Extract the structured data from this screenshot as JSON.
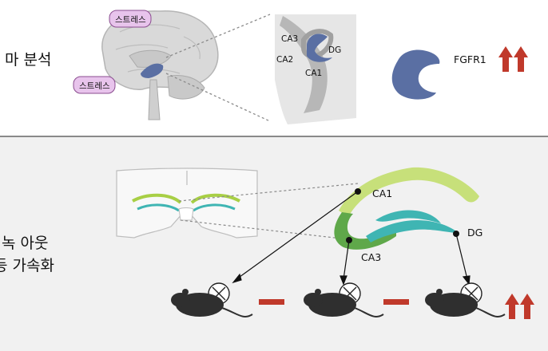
{
  "top": {
    "left_label": "마 분석",
    "stress_tag_1": "스트레스",
    "stress_tag_2": "스트레스",
    "inset_labels": {
      "ca3": "CA3",
      "ca2": "CA2",
      "dg": "DG",
      "ca1": "CA1"
    },
    "gene": "FGFR1"
  },
  "bottom": {
    "left_line_1": "녹 아웃",
    "left_line_2": "등 가속화",
    "region_labels": {
      "ca1": "CA1",
      "ca3": "CA3",
      "dg": "DG"
    }
  },
  "colors": {
    "brain_blue": "#5a6fa3",
    "ca1_green": "#a8cf45",
    "ca3_green": "#5fa84a",
    "dg_teal": "#3fb5b3",
    "arrow_red": "#c0392b",
    "stress_pink": "#e8c4ec"
  }
}
